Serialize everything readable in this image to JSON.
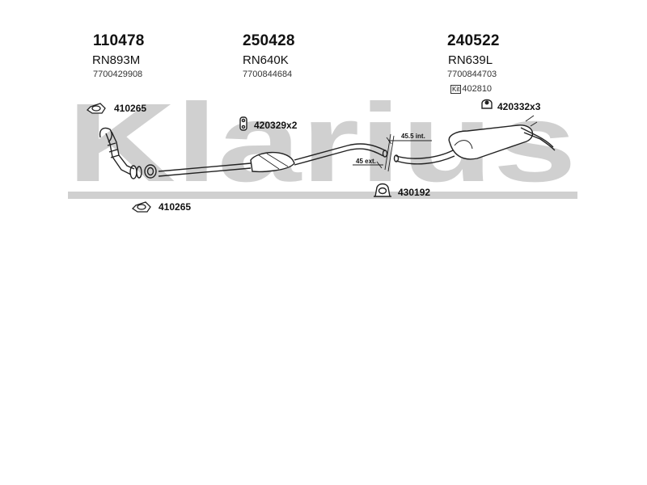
{
  "watermark": {
    "text": "Klarius",
    "color": "#d0d0d0"
  },
  "sections": [
    {
      "part_number": "110478",
      "ref_code": "RN893M",
      "oe_number": "7700429908"
    },
    {
      "part_number": "250428",
      "ref_code": "RN640K",
      "oe_number": "7700844684"
    },
    {
      "part_number": "240522",
      "ref_code": "RN639L",
      "oe_number": "7700844703",
      "kit_label": "Kit",
      "kit_number": "402810"
    }
  ],
  "callouts": [
    {
      "id": "gasket-top",
      "label": "410265",
      "icon": "ring-gasket-icon"
    },
    {
      "id": "gasket-bottom",
      "label": "410265",
      "icon": "ring-gasket-icon"
    },
    {
      "id": "hanger-mid",
      "label": "420329x2",
      "icon": "rubber-hanger-icon"
    },
    {
      "id": "hanger-rear",
      "label": "420332x3",
      "icon": "rubber-mount-icon"
    },
    {
      "id": "clamp",
      "label": "430192",
      "icon": "pipe-clamp-icon"
    }
  ],
  "dimensions": {
    "internal": "45.5 int.",
    "external": "45 ext."
  },
  "colors": {
    "line": "#222222",
    "fill": "#ffffff",
    "watermark": "#d0d0d0"
  }
}
